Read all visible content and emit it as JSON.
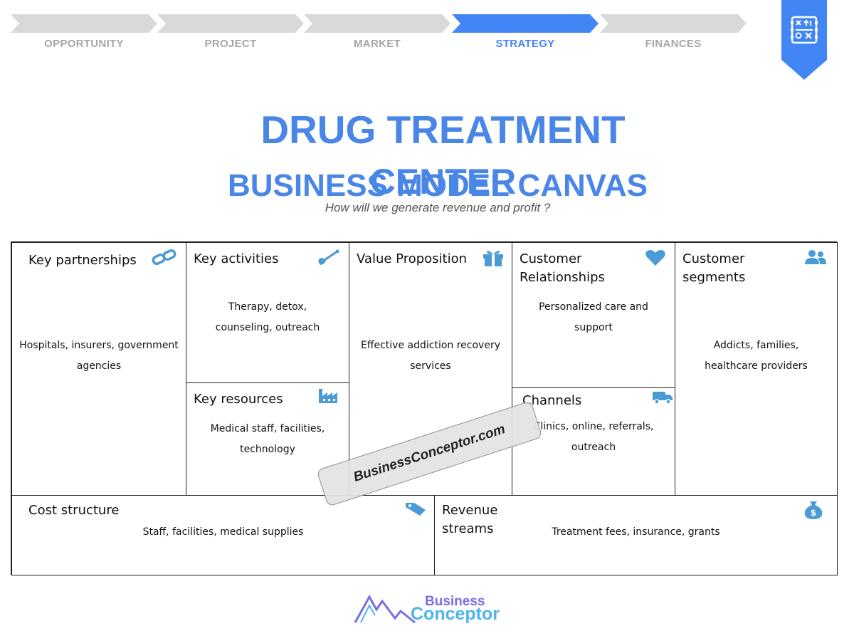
{
  "steps": [
    {
      "label": "OPPORTUNITY",
      "active": false
    },
    {
      "label": "PROJECT",
      "active": false
    },
    {
      "label": "MARKET",
      "active": false
    },
    {
      "label": "STRATEGY",
      "active": true
    },
    {
      "label": "FINANCES",
      "active": false
    }
  ],
  "ribbon_icon": "strategy-board-icon",
  "title": {
    "line1": "DRUG TREATMENT",
    "line2": "BUSINESS MODEL CANVAS",
    "line2_overlap": "CENTER",
    "subtitle": "How will we generate revenue and profit ?"
  },
  "canvas": {
    "key_partnerships": {
      "heading": "Key partnerships",
      "text": "Hospitals, insurers, government agencies",
      "icon": "link-icon"
    },
    "key_activities": {
      "heading": "Key activities",
      "text": "Therapy, detox, counseling, outreach",
      "icon": "shovel-icon"
    },
    "key_resources": {
      "heading": "Key resources",
      "text": "Medical staff, facilities, technology",
      "icon": "factory-icon"
    },
    "value_proposition": {
      "heading": "Value Proposition",
      "text": "Effective addiction recovery services",
      "icon": "gift-icon"
    },
    "customer_relationships": {
      "heading": "Customer Relationships",
      "text": "Personalized care and support",
      "icon": "heart-icon"
    },
    "channels": {
      "heading": "Channels",
      "text": "Clinics, online, referrals, outreach",
      "icon": "truck-icon"
    },
    "customer_segments": {
      "heading": "Customer segments",
      "text": "Addicts, families, healthcare providers",
      "icon": "users-icon"
    },
    "cost_structure": {
      "heading": "Cost structure",
      "text": "Staff, facilities, medical supplies",
      "icon": "tag-icon"
    },
    "revenue_streams": {
      "heading": "Revenue streams",
      "text": "Treatment fees, insurance, grants",
      "icon": "money-bag-icon"
    }
  },
  "watermark": "BusinessConceptor.com",
  "logo": {
    "line1": "Business",
    "line2": "Conceptor"
  },
  "colors": {
    "accent": "#4285f4",
    "icon": "#4a9bd6",
    "inactive": "#d9d9d9"
  }
}
